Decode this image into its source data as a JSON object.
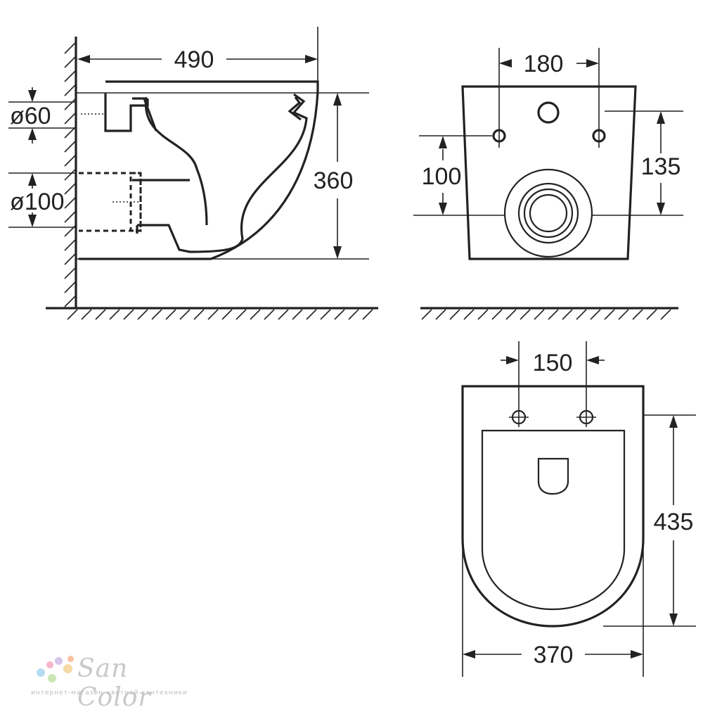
{
  "diagram": {
    "dimensions": {
      "total_depth": "490",
      "total_height": "360",
      "water_inlet_diameter": "ø60",
      "drain_diameter": "ø100",
      "mounting_bolt_spacing_rear": "180",
      "drain_center_height": "100",
      "bolt_height": "135",
      "mounting_bolt_spacing_top": "150",
      "bowl_length": "435",
      "bowl_width": "370"
    }
  },
  "watermark": {
    "brand": "San Color",
    "tagline": "интернет-магазин цветной сантехники",
    "dot_colors": [
      "#f4b6c8",
      "#b7dcf2",
      "#f7d9a6",
      "#c9e7b5",
      "#d7c4ec",
      "#f7c1a1"
    ]
  }
}
